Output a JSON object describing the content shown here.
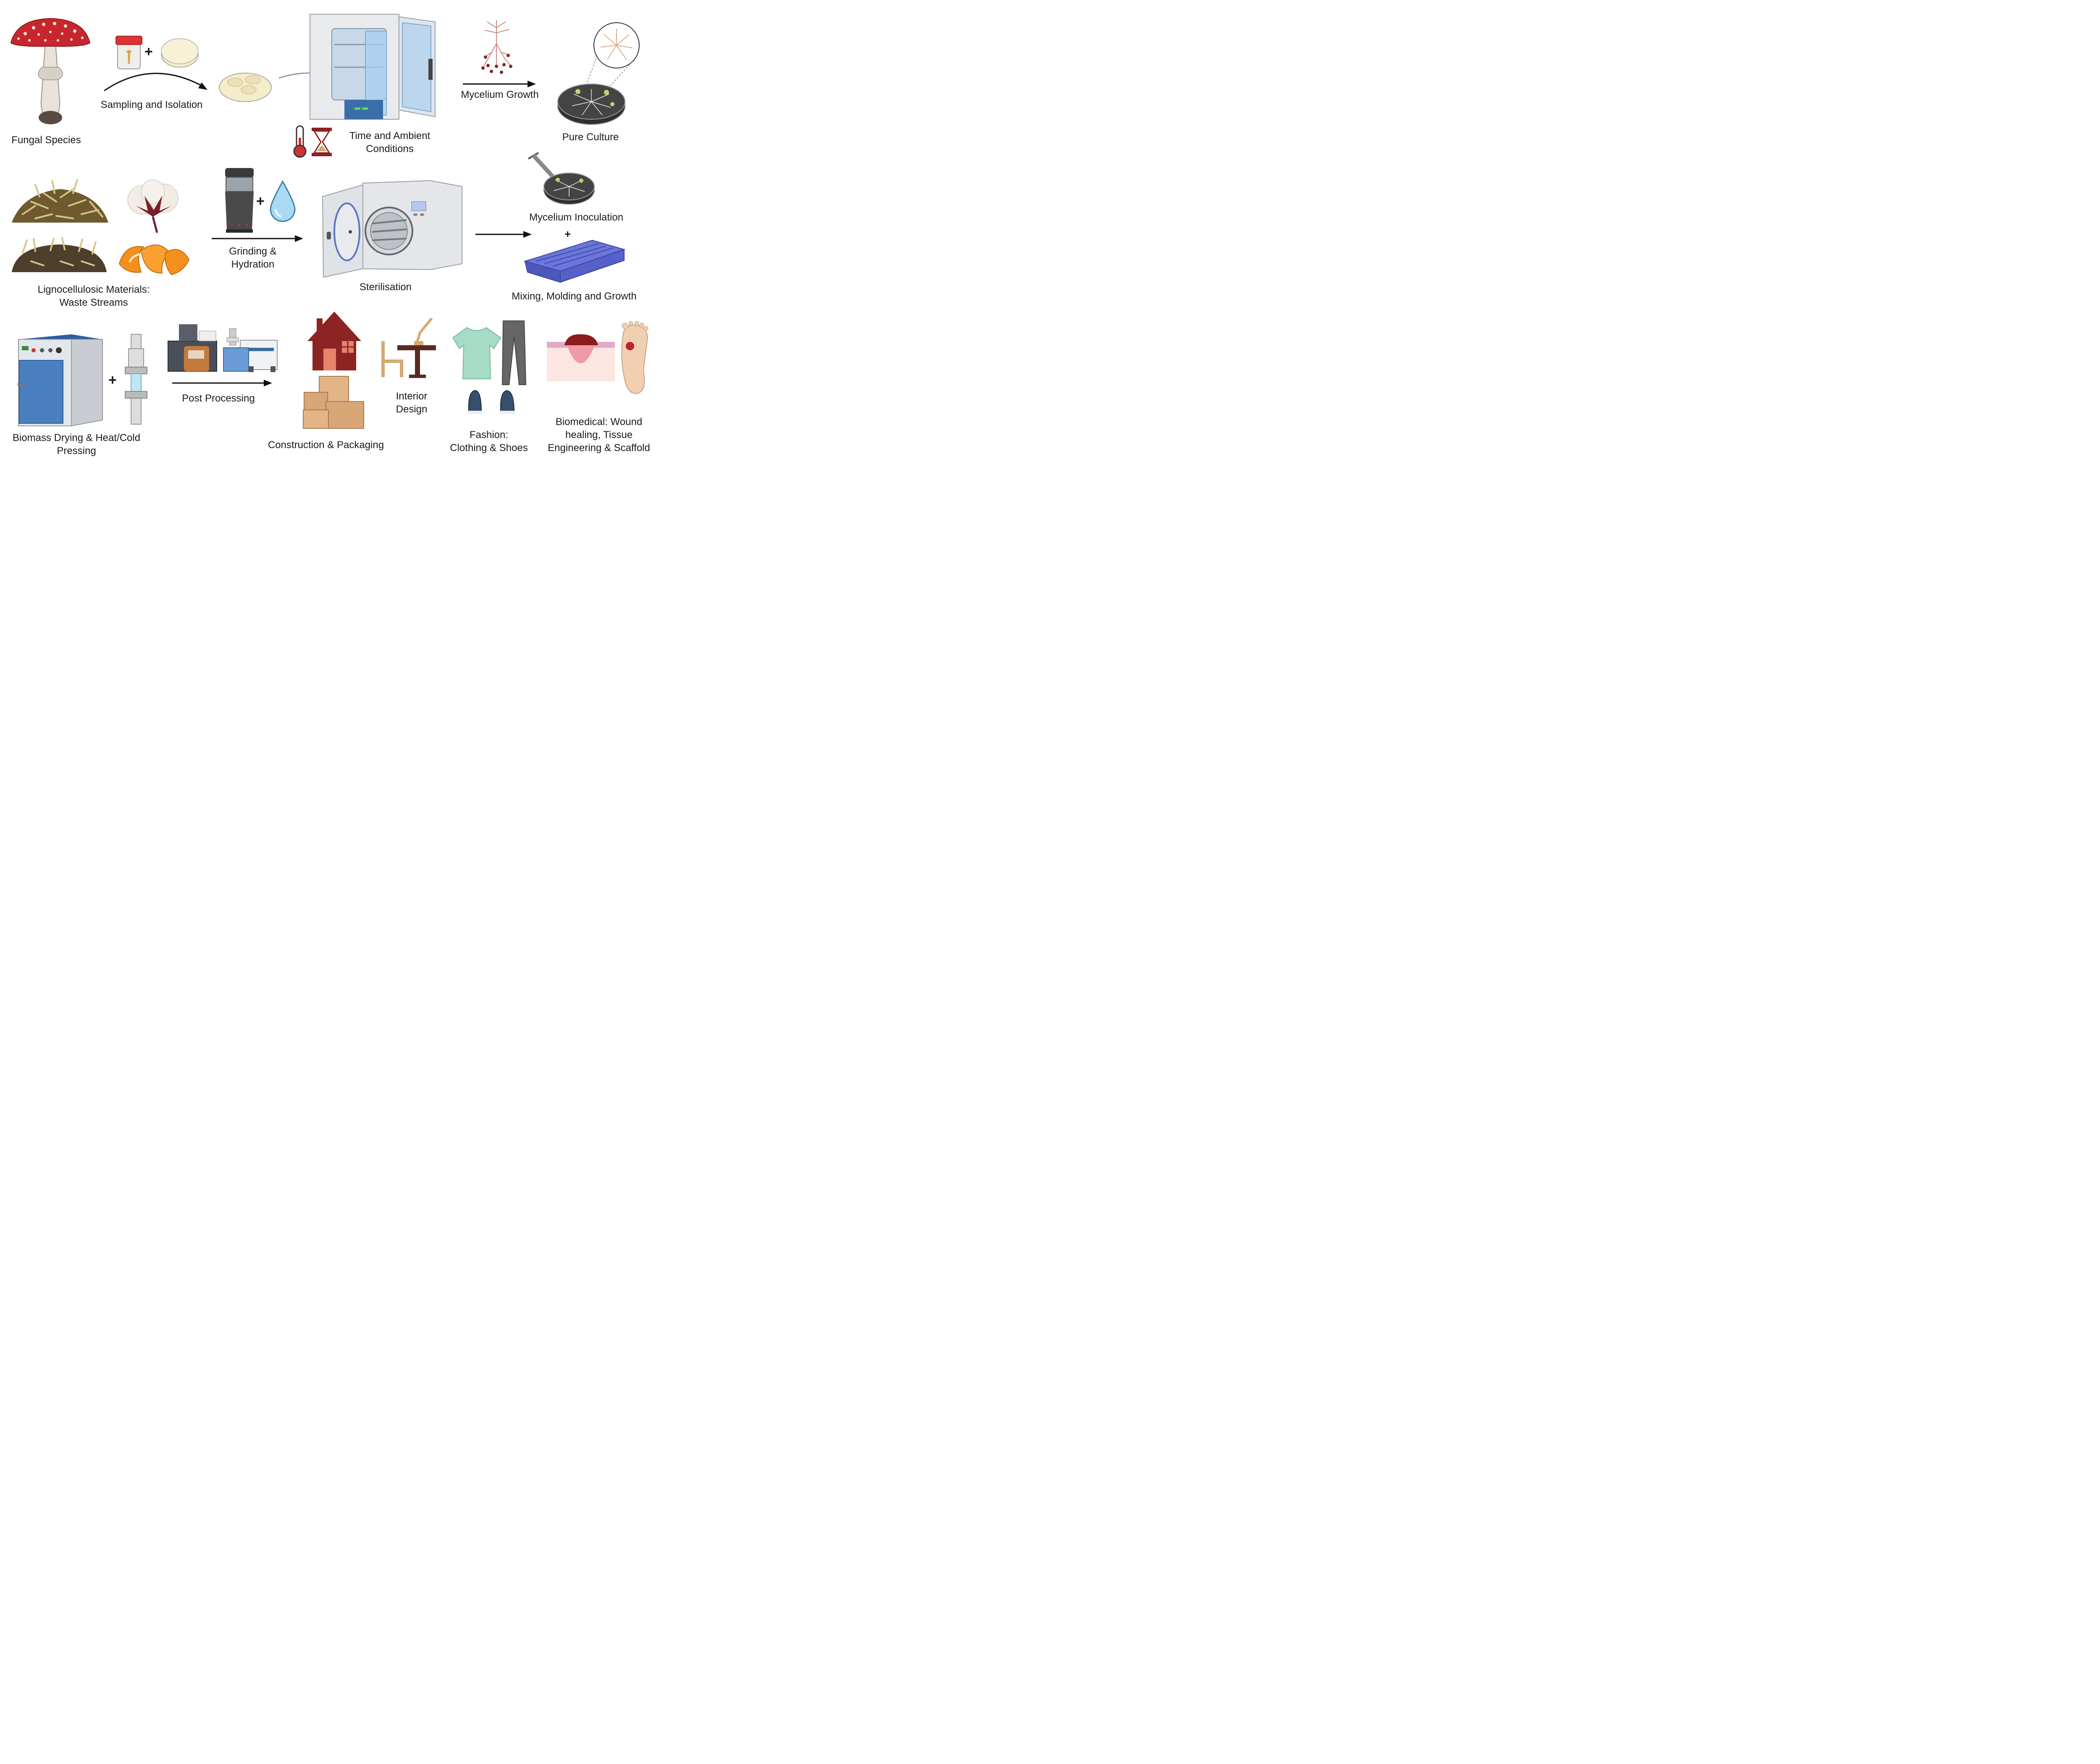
{
  "row1": {
    "fungal_species": "Fungal Species",
    "sampling": "Sampling and Isolation",
    "time_line1": "Time and Ambient",
    "time_line2": "Conditions",
    "mycelium_growth": "Mycelium Growth",
    "pure_culture": "Pure Culture"
  },
  "row2": {
    "ligno_line1": "Lignocellulosic Materials:",
    "ligno_line2": "Waste Streams",
    "grinding_line1": "Grinding &",
    "grinding_line2": "Hydration",
    "sterilisation": "Sterilisation",
    "inoculation": "Mycelium Inoculation",
    "mixing": "Mixing, Molding and Growth"
  },
  "row3": {
    "drying_line1": "Biomass Drying & Heat/Cold",
    "drying_line2": "Pressing",
    "post_processing": "Post Processing",
    "construction": "Construction & Packaging",
    "interior_line1": "Interior",
    "interior_line2": "Design",
    "fashion_line1": "Fashion:",
    "fashion_line2": "Clothing & Shoes",
    "bio_line1": "Biomedical: Wound",
    "bio_line2": "healing, Tissue",
    "bio_line3": "Engineering & Scaffold"
  },
  "plus_sign": "+",
  "colors": {
    "mushroom_cap": "#c8262e",
    "incubator_panel": "#3b6ea8",
    "tray": "#5560c8",
    "house": "#8c2424",
    "box": "#d9a777",
    "shirt": "#a6dcc6",
    "pants": "#666666",
    "oven_blue": "#4a7fbf"
  },
  "icons": {
    "mushroom": "mushroom-icon",
    "sample_jar": "sample-jar-icon",
    "petri_dish": "petri-dish-icon",
    "incubator": "incubator-icon",
    "thermometer": "thermometer-icon",
    "hourglass": "hourglass-icon",
    "mycelium": "mycelium-icon",
    "grinder": "grinder-icon",
    "water_drop": "water-drop-icon",
    "autoclave": "autoclave-icon",
    "syringe": "syringe-icon",
    "tray": "tray-icon",
    "oven": "drying-oven-icon",
    "press": "press-icon",
    "instruments": "lab-instrument-icon",
    "house": "house-icon",
    "boxes": "boxes-icon",
    "desk": "desk-chair-icon",
    "shirt": "shirt-icon",
    "pants": "pants-icon",
    "shoes": "shoes-icon",
    "wound": "wound-icon",
    "foot": "foot-icon"
  }
}
